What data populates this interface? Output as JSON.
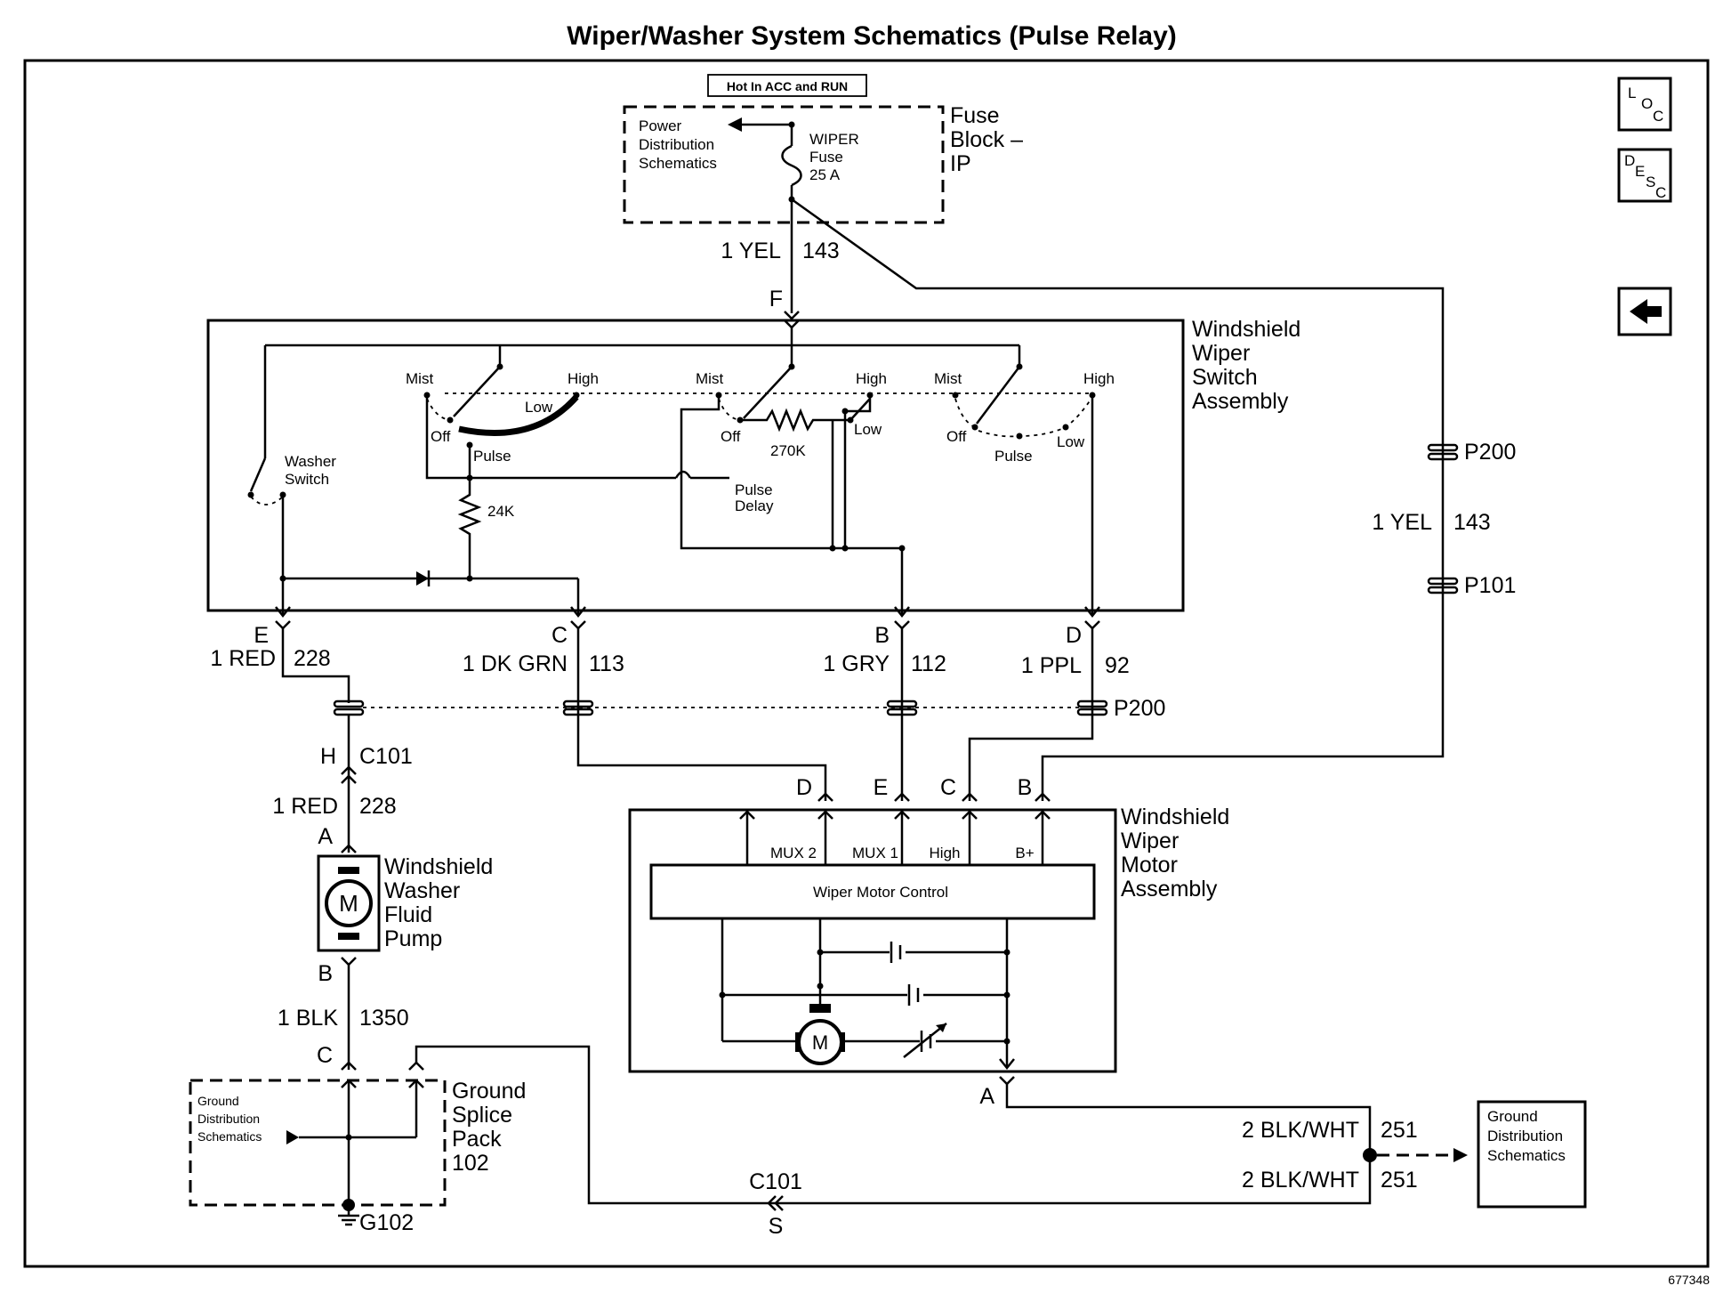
{
  "title": "Wiper/Washer System Schematics (Pulse Relay)",
  "figure_id": "677348",
  "nav_buttons": {
    "loc": [
      "L",
      "O",
      "C"
    ],
    "desc": [
      "D",
      "E",
      "S",
      "C"
    ],
    "back": "back-arrow-icon"
  },
  "fuse_block": {
    "hot_label": "Hot In ACC and RUN",
    "name": [
      "Fuse",
      "Block –",
      "IP"
    ],
    "power_ref": [
      "Power",
      "Distribution",
      "Schematics"
    ],
    "fuse": [
      "WIPER",
      "Fuse",
      "25 A"
    ]
  },
  "wire_143_top": {
    "gauge_color": "1 YEL",
    "circuit": "143",
    "pin": "F"
  },
  "wire_143_side": {
    "gauge_color": "1 YEL",
    "circuit": "143",
    "conn_top": "P200",
    "conn_bottom": "P101"
  },
  "switch_assembly": {
    "name": [
      "Windshield",
      "Wiper",
      "Switch",
      "Assembly"
    ],
    "washer_switch": [
      "Washer",
      "Switch"
    ],
    "labels": {
      "mist": "Mist",
      "high": "High",
      "low": "Low",
      "off": "Off",
      "pulse": "Pulse",
      "r24k": "24K",
      "r270k": "270K",
      "pulse_delay": [
        "Pulse",
        "Delay"
      ]
    },
    "outputs": [
      {
        "pin": "E",
        "gauge_color": "1 RED",
        "circuit": "228"
      },
      {
        "pin": "C",
        "gauge_color": "1 DK GRN",
        "circuit": "113"
      },
      {
        "pin": "B",
        "gauge_color": "1 GRY",
        "circuit": "112"
      },
      {
        "pin": "D",
        "gauge_color": "1 PPL",
        "circuit": "92"
      }
    ],
    "conn_p200": "P200"
  },
  "washer_pump": {
    "conn": {
      "pin": "H",
      "name": "C101"
    },
    "wire_in": {
      "gauge_color": "1 RED",
      "circuit": "228"
    },
    "pin_a": "A",
    "pin_b": "B",
    "motor": "M",
    "name": [
      "Windshield",
      "Washer",
      "Fluid",
      "Pump"
    ],
    "wire_out": {
      "gauge_color": "1 BLK",
      "circuit": "1350"
    },
    "pin_c": "C"
  },
  "ground_splice": {
    "ref": [
      "Ground",
      "Distribution",
      "Schematics"
    ],
    "name": [
      "Ground",
      "Splice",
      "Pack",
      "102"
    ],
    "ground": "G102"
  },
  "motor_assembly": {
    "pins": [
      "D",
      "E",
      "C",
      "B"
    ],
    "terminals": [
      "MUX 2",
      "MUX 1",
      "High",
      "B+"
    ],
    "control": "Wiper Motor Control",
    "motor": "M",
    "name": [
      "Windshield",
      "Wiper",
      "Motor",
      "Assembly"
    ],
    "pin_a": "A"
  },
  "ground_wires": {
    "upper": {
      "gauge_color": "2 BLK/WHT",
      "circuit": "251"
    },
    "lower": {
      "gauge_color": "2 BLK/WHT",
      "circuit": "251"
    },
    "conn": {
      "name": "C101",
      "pin": "S"
    },
    "ref": [
      "Ground",
      "Distribution",
      "Schematics"
    ]
  }
}
